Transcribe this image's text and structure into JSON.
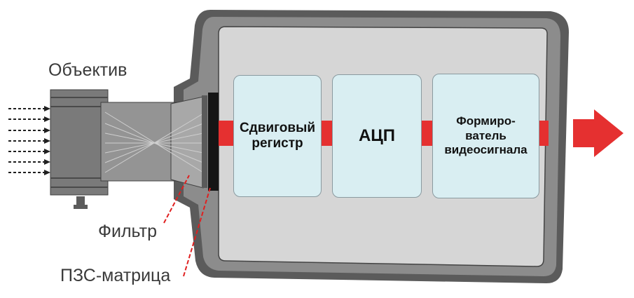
{
  "labels": {
    "lens": "Объектив",
    "filter": "Фильтр",
    "ccd": "ПЗС-матрица"
  },
  "blocks": {
    "shift_register": "Сдвиговый\nрегистр",
    "adc": "АЦП",
    "video_former": "Формиро-\nватель\nвидеосигнала"
  },
  "colors": {
    "housing_outer": "#5b5b5b",
    "housing_inner": "#8c8c8c",
    "chamber": "#d6d6d6",
    "block_fill": "#d9eef2",
    "connector": "#e53030",
    "output_arrow": "#e53030",
    "leader_line": "#e02020"
  }
}
